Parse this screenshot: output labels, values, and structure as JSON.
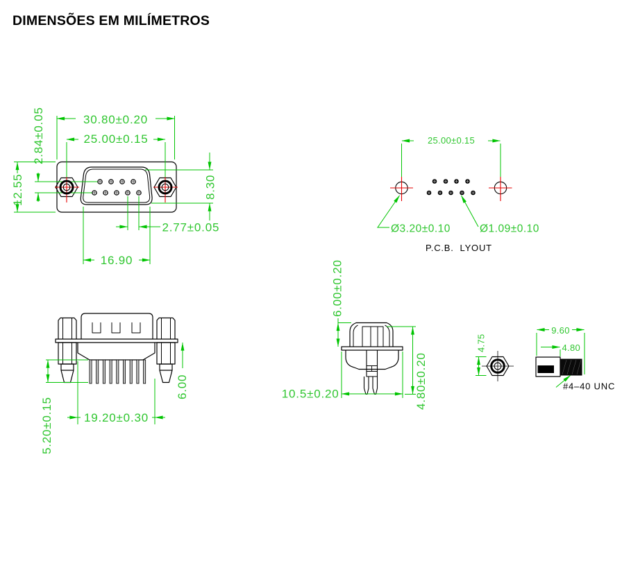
{
  "title": "DIMENSÕES EM MILÍMETROS",
  "front_view": {
    "dim_width": "30.80±0.20",
    "dim_mount_span": "25.00±0.15",
    "dim_row_offset": "2.84±0.05",
    "dim_body_height": "12.55",
    "dim_shell_height": "8.30",
    "dim_pin_pitch": "2.77±0.05",
    "dim_shell_width": "16.90"
  },
  "pcb_view": {
    "dim_hole_span": "25.00±0.15",
    "dim_mount_hole": "Ø3.20±0.10",
    "dim_pin_hole": "Ø1.09±0.10",
    "caption": "P.C.B.  LYOUT"
  },
  "side_view": {
    "dim_tail": "5.20±0.15",
    "dim_body_width": "19.20±0.30",
    "dim_standoff": "6.00"
  },
  "end_view": {
    "dim_top_height": "6.00±0.20",
    "dim_flange_width": "10.5±0.20",
    "dim_rear_height": "4.80±0.20"
  },
  "hardware": {
    "dim_nut_flats": "4.75",
    "dim_screw_length": "9.60",
    "dim_thread_length": "4.80",
    "thread_spec": "#4–40 UNC"
  },
  "colors": {
    "dimension_green": "#00c400",
    "centerline_red": "#e60000",
    "outline_black": "#000000"
  }
}
